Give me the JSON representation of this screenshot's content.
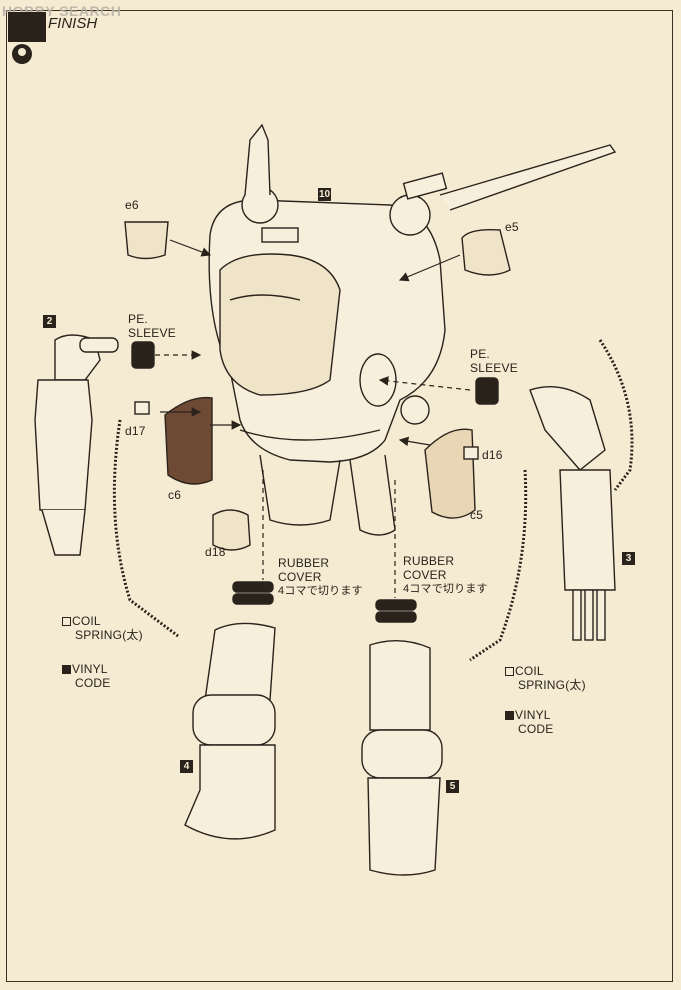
{
  "watermark": "HOBBY SEARCH",
  "step": {
    "title": "FINISH"
  },
  "labels": {
    "e6": "e6",
    "e5": "e5",
    "pe_sleeve_left_1": "PE.",
    "pe_sleeve_left_2": "SLEEVE",
    "pe_sleeve_right_1": "PE.",
    "pe_sleeve_right_2": "SLEEVE",
    "d17": "d17",
    "c6": "c6",
    "d16": "d16",
    "c5": "c5",
    "d18": "d18",
    "rubber_left_1": "RUBBER",
    "rubber_left_2": "COVER",
    "rubber_left_3": "4コマで切ります",
    "rubber_right_1": "RUBBER",
    "rubber_right_2": "COVER",
    "rubber_right_3": "4コマで切ります",
    "coil_left_1": "COIL",
    "coil_left_2": "SPRING(太)",
    "vinyl_left_1": "VINYL",
    "vinyl_left_2": "CODE",
    "coil_right_1": "COIL",
    "coil_right_2": "SPRING(太)",
    "vinyl_right_1": "VINYL",
    "vinyl_right_2": "CODE"
  },
  "part_numbers": {
    "body": "10",
    "arm_left": "2",
    "arm_right": "3",
    "leg_left": "4",
    "leg_right": "5"
  },
  "colors": {
    "paper": "#f5ebd2",
    "ink": "#2a231c",
    "brown_part": "#6e4a34",
    "tan_part": "#e9d6b4"
  }
}
